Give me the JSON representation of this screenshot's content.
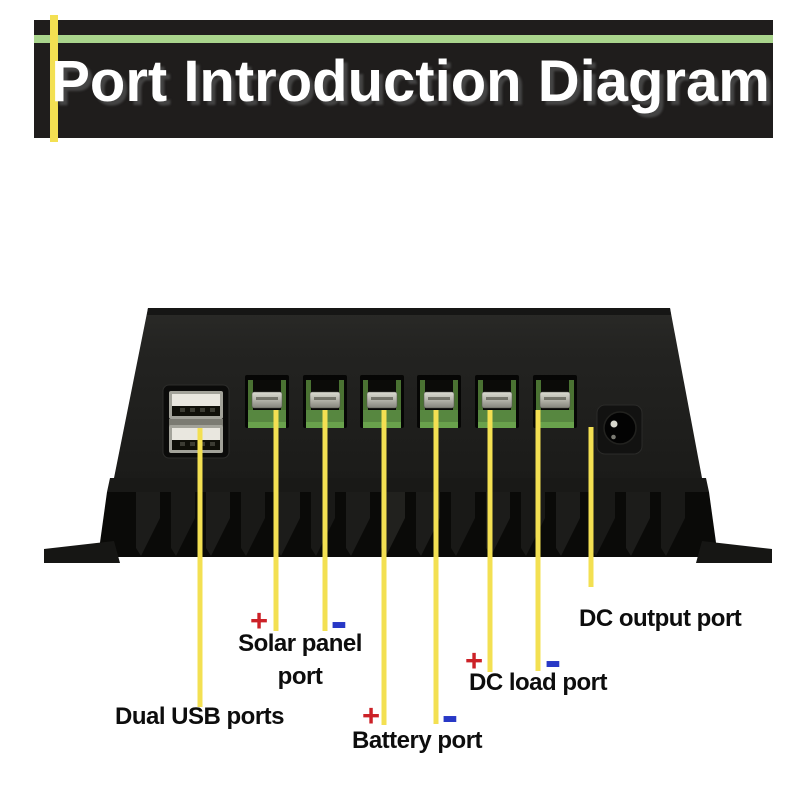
{
  "banner": {
    "title": "Port Introduction Diagram"
  },
  "callouts": {
    "dual_usb": {
      "label": "Dual USB ports"
    },
    "solar_panel": {
      "plus": "+",
      "minus": "-",
      "label_line1": "Solar panel",
      "label_line2": "port"
    },
    "battery": {
      "plus": "+",
      "minus": "-",
      "label": "Battery port"
    },
    "dc_load": {
      "plus": "+",
      "minus": "-",
      "label": "DC load port"
    },
    "dc_output": {
      "label": "DC output port"
    }
  },
  "colors": {
    "accent_yellow": "#f3e052",
    "stripe_green": "#a9d48c",
    "banner_black": "#1f1d1c",
    "plus_red": "#cc2127",
    "minus_blue": "#2838c6",
    "label_black": "#0d0d0d",
    "terminal_green": "#55843c"
  }
}
